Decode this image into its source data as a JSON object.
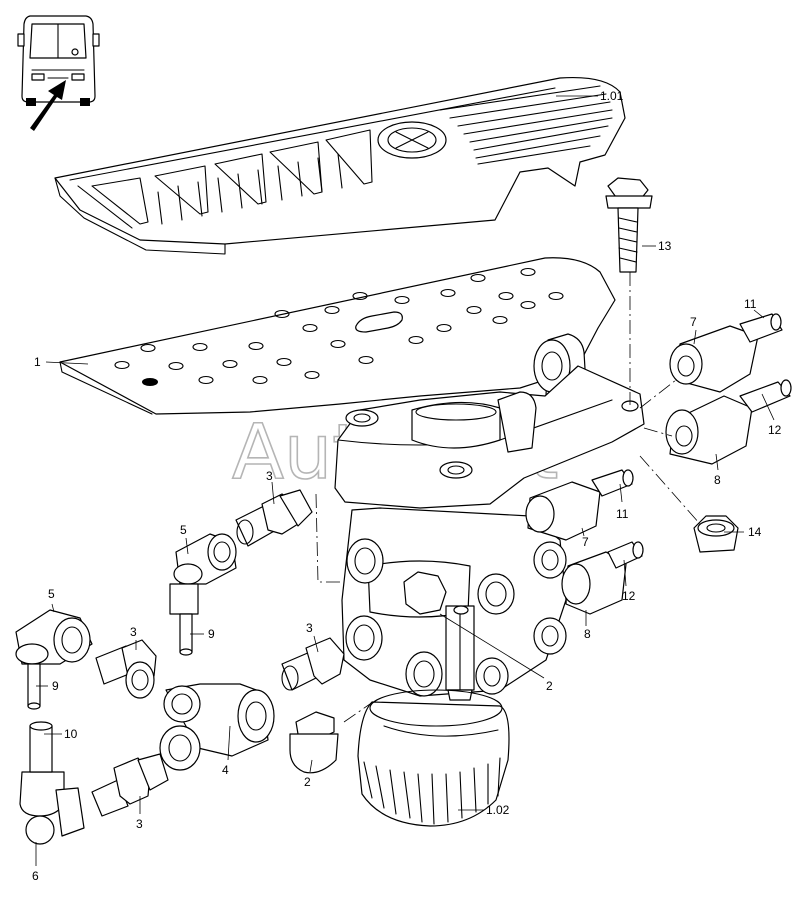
{
  "watermark": "AutoSoft",
  "icons": {
    "vehicle": "bus-front-icon",
    "pointer": "arrow-icon"
  },
  "callouts": [
    {
      "id": "c101",
      "text": "1.01"
    },
    {
      "id": "c13",
      "text": "13"
    },
    {
      "id": "c1",
      "text": "1"
    },
    {
      "id": "c11a",
      "text": "11"
    },
    {
      "id": "c7a",
      "text": "7"
    },
    {
      "id": "c12a",
      "text": "12"
    },
    {
      "id": "c8a",
      "text": "8"
    },
    {
      "id": "c3a",
      "text": "3"
    },
    {
      "id": "c5a",
      "text": "5"
    },
    {
      "id": "c9a",
      "text": "9"
    },
    {
      "id": "c11b",
      "text": "11"
    },
    {
      "id": "c7b",
      "text": "7"
    },
    {
      "id": "c14",
      "text": "14"
    },
    {
      "id": "c12b",
      "text": "12"
    },
    {
      "id": "c8b",
      "text": "8"
    },
    {
      "id": "c5b",
      "text": "5"
    },
    {
      "id": "c3b",
      "text": "3"
    },
    {
      "id": "c3c",
      "text": "3"
    },
    {
      "id": "c9b",
      "text": "9"
    },
    {
      "id": "c2a",
      "text": "2"
    },
    {
      "id": "c10",
      "text": "10"
    },
    {
      "id": "c4",
      "text": "4"
    },
    {
      "id": "c2b",
      "text": "2"
    },
    {
      "id": "c3d",
      "text": "3"
    },
    {
      "id": "c102",
      "text": "1.02"
    },
    {
      "id": "c6",
      "text": "6"
    }
  ]
}
